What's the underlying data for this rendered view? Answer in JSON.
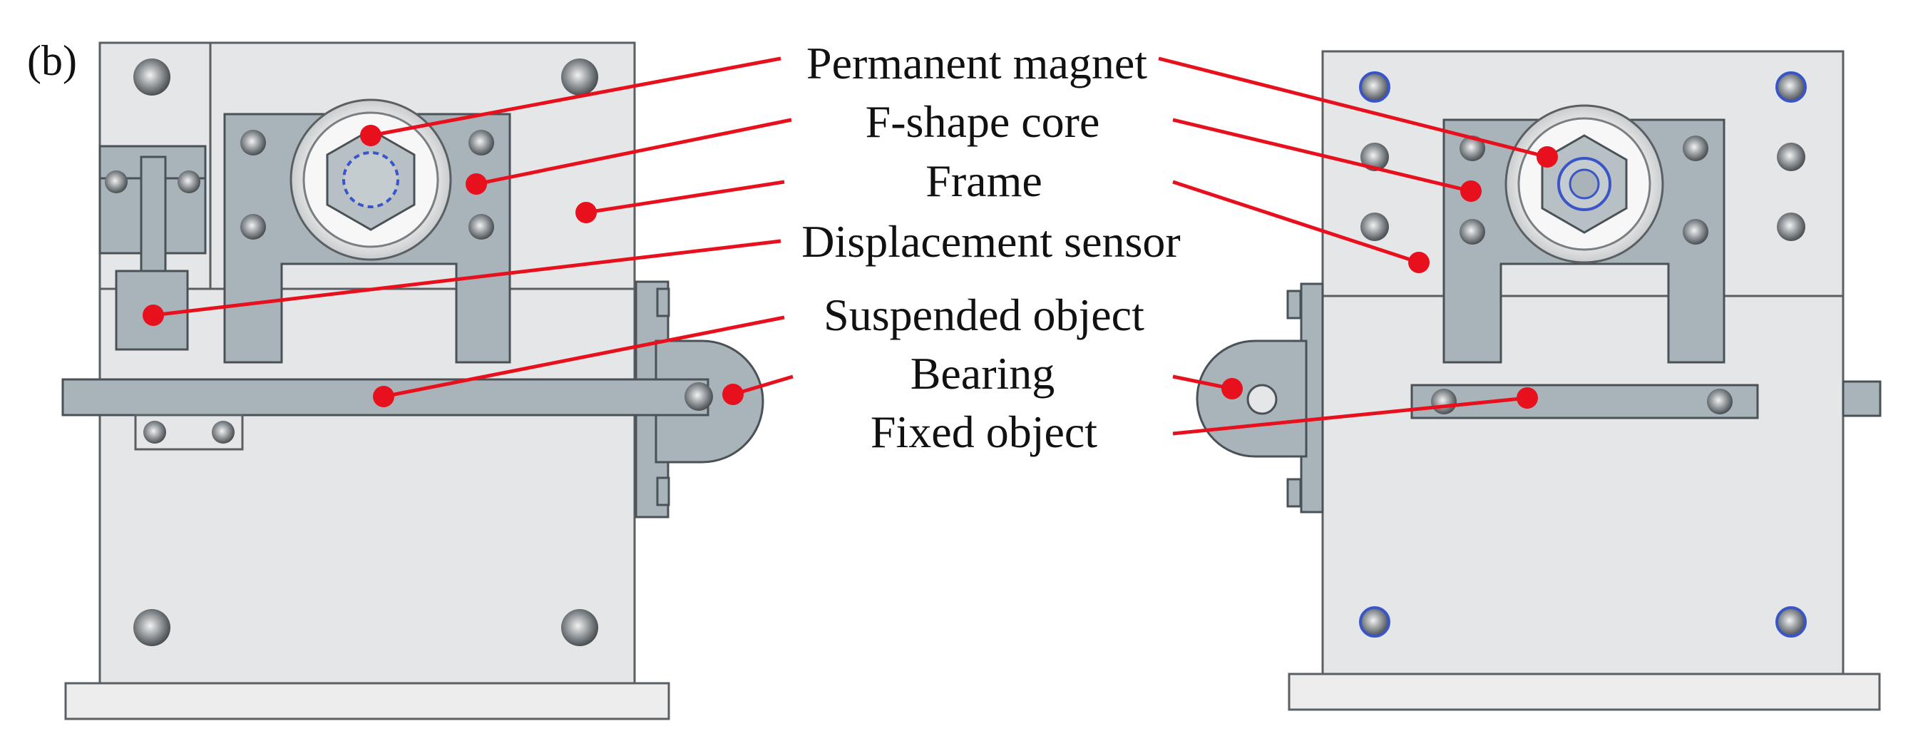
{
  "panel_label": "(b)",
  "labels": {
    "permanent_magnet": "Permanent magnet",
    "f_shape_core": "F-shape core",
    "frame": "Frame",
    "displacement_sensor": "Displacement sensor",
    "suspended_object": "Suspended object",
    "bearing": "Bearing",
    "fixed_object": "Fixed object"
  },
  "colors": {
    "leader_line": "#e8101c",
    "frame_fill": "#e4e6e7",
    "core_fill": "#a9b4ba",
    "bolt_accent": "#3a55c8"
  }
}
